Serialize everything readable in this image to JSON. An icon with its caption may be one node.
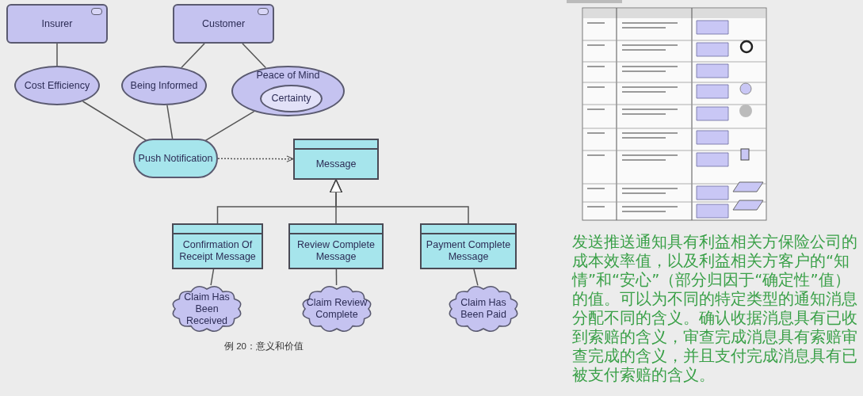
{
  "diagram": {
    "nodes": [
      {
        "text": [
          "Insurer"
        ]
      },
      {
        "text": [
          "Customer"
        ]
      },
      {
        "text": [
          "Cost Efficiency"
        ]
      },
      {
        "text": [
          "Being Informed"
        ]
      },
      {
        "text": [
          "Peace of Mind"
        ]
      },
      {
        "text": [
          "Certainty"
        ],
        "in": 4
      },
      {
        "text": [
          "Push Notification"
        ]
      },
      {
        "text": [
          "Message"
        ]
      },
      {
        "text": [
          "Confirmation Of Receipt Message"
        ]
      },
      {
        "text": [
          "Review Complete Message"
        ]
      },
      {
        "text": [
          "Payment Complete Message"
        ]
      },
      {
        "text": [
          "Claim Has Been Received"
        ]
      },
      {
        "text": [
          "Claim Review Complete"
        ]
      },
      {
        "text": [
          "Claim Has Been Paid"
        ]
      }
    ],
    "edges": [
      {
        "from": 0,
        "to": 2,
        "arrow": "none"
      },
      {
        "from": 1,
        "to": 3,
        "arrow": "none"
      },
      {
        "from": 1,
        "to": 4,
        "arrow": "none"
      },
      {
        "from": 2,
        "to": 6,
        "arrow": "none"
      },
      {
        "from": 3,
        "to": 6,
        "arrow": "none"
      },
      {
        "from": 4,
        "to": 6,
        "arrow": "none"
      },
      {
        "from": 6,
        "to": 7,
        "arrow": "to",
        "style": "dashed"
      },
      {
        "from": 8,
        "to": 7,
        "arrow": "to"
      },
      {
        "from": 9,
        "to": 7,
        "arrow": "to"
      },
      {
        "from": 10,
        "to": 7,
        "arrow": "to"
      },
      {
        "from": 8,
        "to": 11,
        "arrow": "none"
      },
      {
        "from": 9,
        "to": 12,
        "arrow": "none"
      },
      {
        "from": 10,
        "to": 13,
        "arrow": "none"
      }
    ],
    "labels": [
      "例 20：意义和价值",
      "发送推送通知具有利益相关方保险公司的成本效率值，以及利益相关方客户的“知情”和“安心”（部分归因于“确定性”值）的值。可以为不同的特定类型的通知消息分配不同的含义。确认收据消息具有已收到索赔的含义，审查完成消息具有索赔审查完成的含义，并且支付完成消息具有已被支付索赔的含义。"
    ]
  }
}
